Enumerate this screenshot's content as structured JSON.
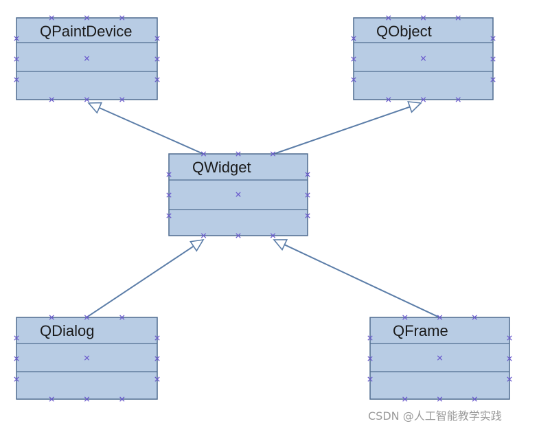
{
  "diagram": {
    "classes": [
      {
        "id": "qpaintdevice",
        "name": "QPaintDevice"
      },
      {
        "id": "qobject",
        "name": "QObject"
      },
      {
        "id": "qwidget",
        "name": "QWidget"
      },
      {
        "id": "qdialog",
        "name": "QDialog"
      },
      {
        "id": "qframe",
        "name": "QFrame"
      }
    ],
    "relations": [
      {
        "from": "qwidget",
        "to": "qpaintdevice",
        "type": "inheritance"
      },
      {
        "from": "qwidget",
        "to": "qobject",
        "type": "inheritance"
      },
      {
        "from": "qdialog",
        "to": "qwidget",
        "type": "inheritance"
      },
      {
        "from": "qframe",
        "to": "qwidget",
        "type": "inheritance"
      }
    ],
    "colors": {
      "box_fill": "#b8cce4",
      "box_border": "#4f6b8f",
      "connector": "#5b7da8",
      "selection_handle": "#6a5acd"
    }
  },
  "watermark": "CSDN @人工智能教学实践"
}
